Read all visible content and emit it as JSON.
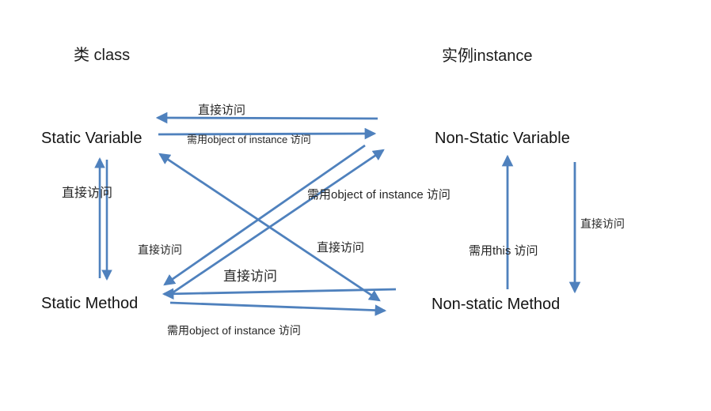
{
  "slide": {
    "title_left": "类 class",
    "title_right": "实例instance"
  },
  "nodes": {
    "static_variable": "Static Variable",
    "non_static_variable": "Non-Static Variable",
    "static_method": "Static Method",
    "non_static_method": "Non-static Method"
  },
  "edges": [
    {
      "name": "left-vertical-pair",
      "label": "直接访问",
      "direction": "both-ways-vertical"
    },
    {
      "name": "top-horizontal-upper",
      "label": "直接访问",
      "direction": "right-to-left"
    },
    {
      "name": "top-horizontal-lower",
      "label": "需用object of instance 访问",
      "direction": "left-to-right"
    },
    {
      "name": "center-ascending-diagonal",
      "label": "需用object of instance 访问",
      "direction": "up-right"
    },
    {
      "name": "left-descending-diagonal",
      "label": "直接访问",
      "direction": "down-left"
    },
    {
      "name": "cross-diagonal",
      "label": "直接访问",
      "direction": "both-ways-diagonal"
    },
    {
      "name": "bottom-horizontal-upper",
      "label": "直接访问",
      "direction": "right-to-left"
    },
    {
      "name": "bottom-horizontal-lower",
      "label": "需用object of instance 访问",
      "direction": "left-to-right"
    },
    {
      "name": "right-vertical-up",
      "label": "需用this 访问",
      "direction": "up"
    },
    {
      "name": "right-vertical-down",
      "label": "直接访问",
      "direction": "down"
    }
  ],
  "colors": {
    "arrow": "#4f81bd",
    "text": "#262626"
  }
}
